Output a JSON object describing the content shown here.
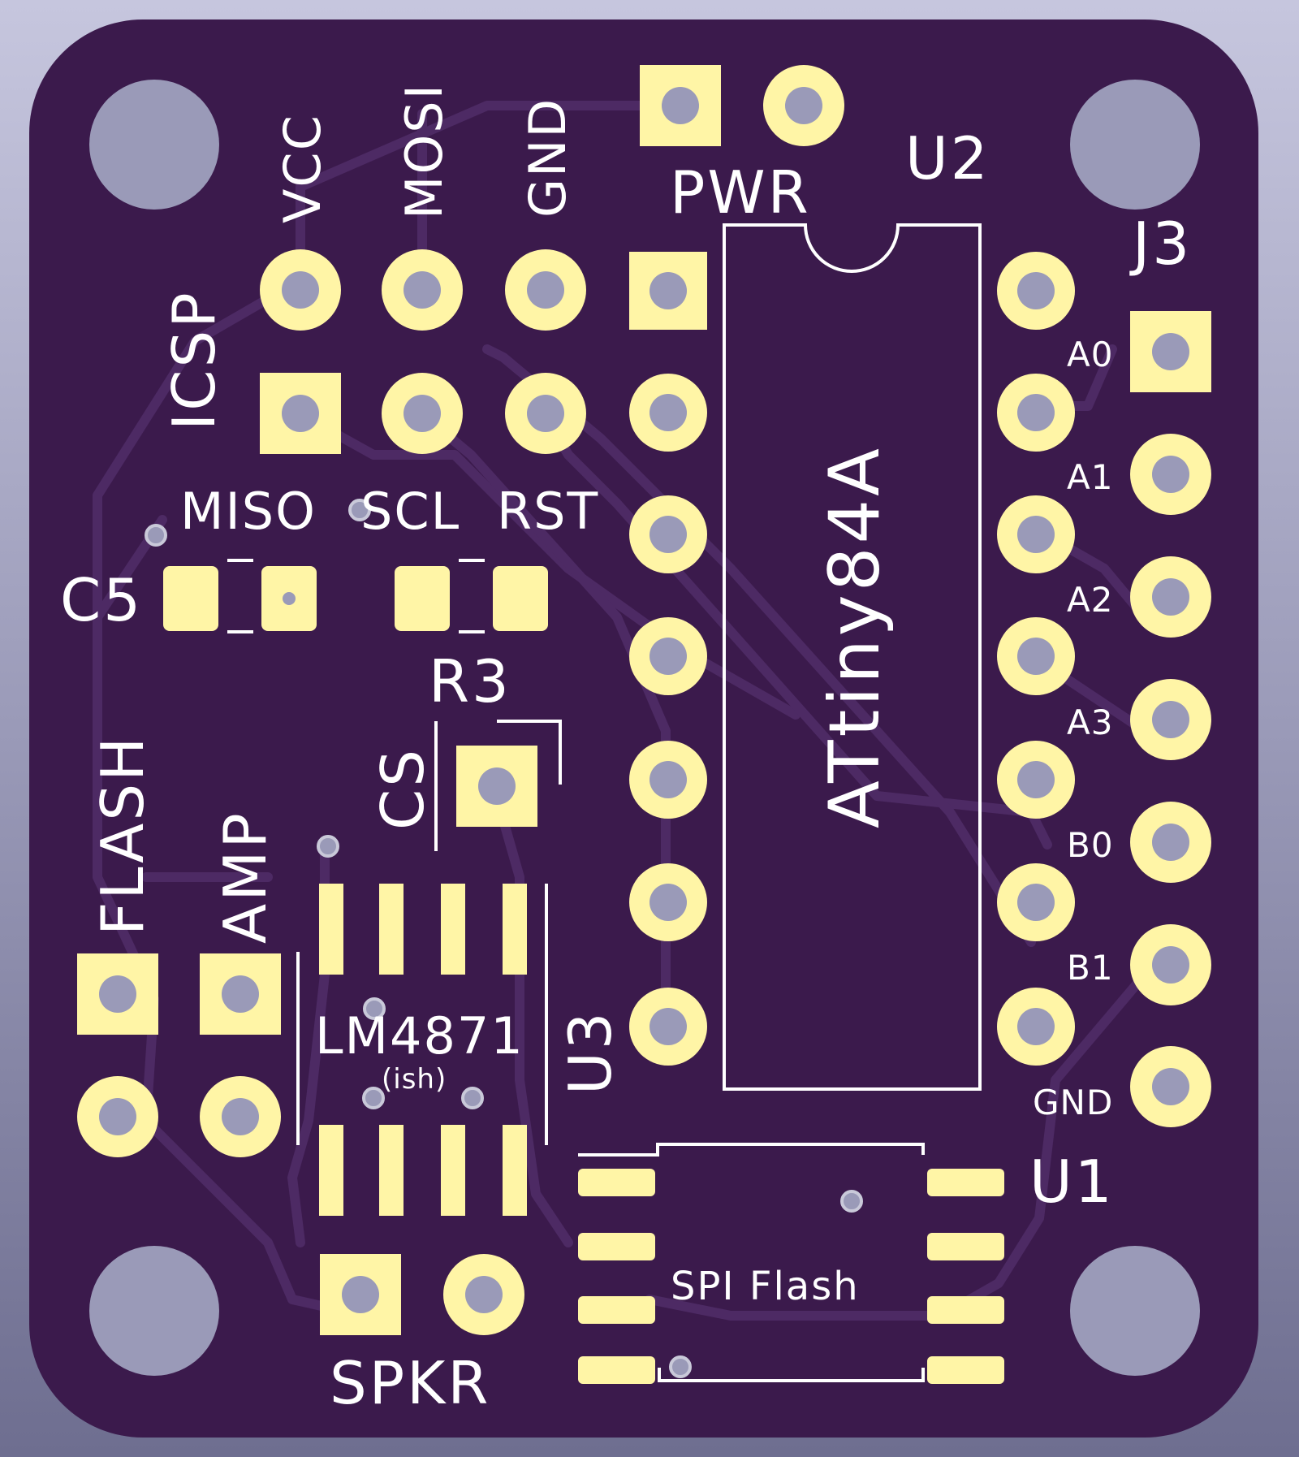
{
  "board": {
    "colors": {
      "soldermask": "#3b1a4c",
      "trace": "#4d2a64",
      "pad": "#fff5a6",
      "silkscreen": "#ffffff",
      "drill": "#9a9ab8"
    }
  },
  "labels": {
    "icsp": "ICSP",
    "vcc": "VCC",
    "mosi": "MOSI",
    "gnd_top": "GND",
    "pwr": "PWR",
    "u2": "U2",
    "j3": "J3",
    "miso": "MISO",
    "scl": "SCL",
    "rst": "RST",
    "c5": "C5",
    "r3": "R3",
    "cs": "CS",
    "flash": "FLASH",
    "amp": "AMP",
    "chip_u2": "ATtiny84A",
    "lm4871": "LM4871",
    "ish": "(ish)",
    "u3": "U3",
    "u1": "U1",
    "spi_flash": "SPI Flash",
    "spkr": "SPKR",
    "j3_pins": [
      "A0",
      "A1",
      "A2",
      "A3",
      "B0",
      "B1",
      "GND"
    ]
  }
}
